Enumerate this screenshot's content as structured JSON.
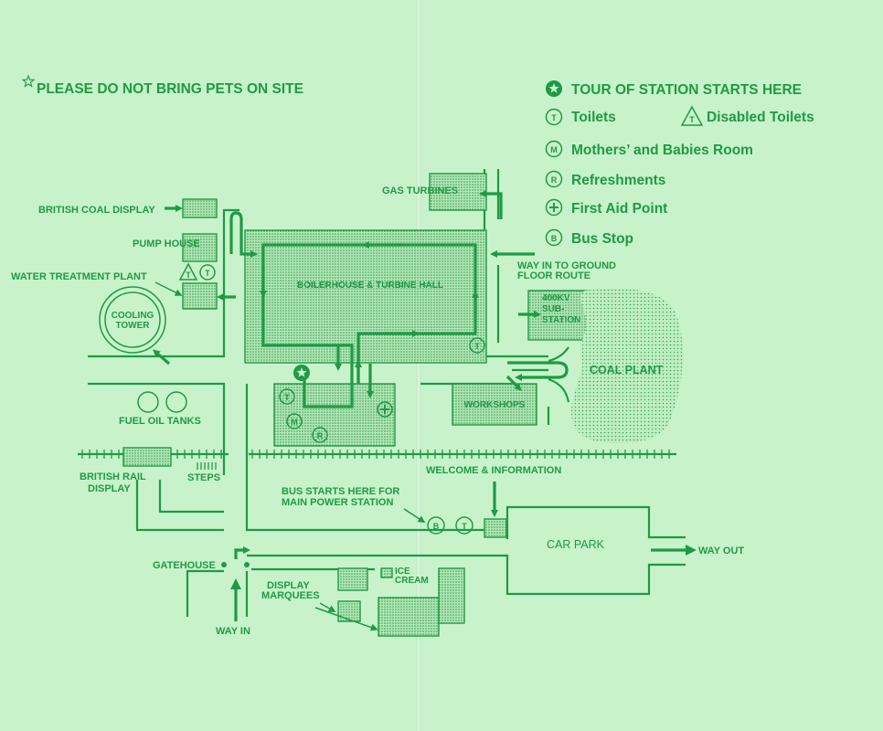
{
  "notice": "PLEASE DO NOT BRING PETS ON SITE",
  "legend": {
    "tour_start": "TOUR OF STATION STARTS HERE",
    "toilets": "Toilets",
    "disabled_toilets": "Disabled Toilets",
    "mothers_room": "Mothers’ and Babies Room",
    "refreshments": "Refreshments",
    "first_aid": "First Aid Point",
    "bus_stop": "Bus Stop"
  },
  "symbols": {
    "toilet": "T",
    "mothers": "M",
    "refreshments": "R",
    "bus": "B"
  },
  "map": {
    "british_coal_display": "BRITISH COAL DISPLAY",
    "pump_house": "PUMP HOUSE",
    "water_treatment_plant": "WATER TREATMENT PLANT",
    "cooling_tower_1": "COOLING",
    "cooling_tower_2": "TOWER",
    "fuel_oil_tanks": "FUEL OIL TANKS",
    "british_rail_display_1": "BRITISH RAIL",
    "british_rail_display_2": "DISPLAY",
    "steps": "STEPS",
    "gatehouse": "GATEHOUSE",
    "way_in": "WAY IN",
    "display_marquees_1": "DISPLAY",
    "display_marquees_2": "MARQUEES",
    "ice_cream_1": "ICE",
    "ice_cream_2": "CREAM",
    "gas_turbines": "GAS TURBINES",
    "boilerhouse": "BOILERHOUSE & TURBINE HALL",
    "way_in_ground_1": "WAY IN TO GROUND",
    "way_in_ground_2": "FLOOR ROUTE",
    "substation_1": "400KV",
    "substation_2": "SUB-",
    "substation_3": "STATION",
    "coal_plant": "COAL PLANT",
    "workshops": "WORKSHOPS",
    "welcome": "WELCOME & INFORMATION",
    "bus_starts_1": "BUS STARTS HERE FOR",
    "bus_starts_2": "MAIN POWER STATION",
    "car_park": "CAR PARK",
    "way_out": "WAY OUT"
  },
  "colors": {
    "paper": "#c8f3ca",
    "ink": "#1f9a45"
  }
}
